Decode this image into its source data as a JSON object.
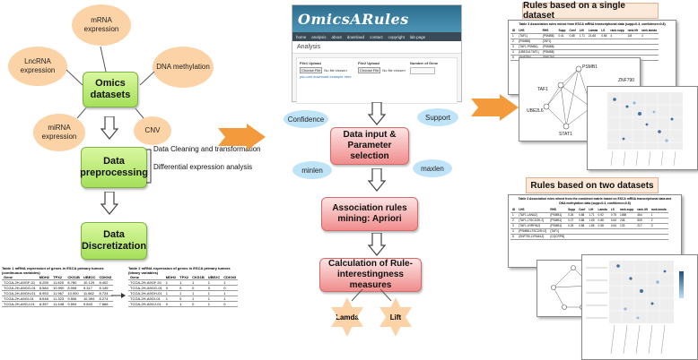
{
  "left": {
    "sources": [
      {
        "id": "mrna",
        "label": "mRNA expression"
      },
      {
        "id": "lncrna",
        "label": "LncRNA expression"
      },
      {
        "id": "dna",
        "label": "DNA methylation"
      },
      {
        "id": "mirna",
        "label": "miRNA expression"
      },
      {
        "id": "cnv",
        "label": "CNV"
      }
    ],
    "omics": "Omics datasets",
    "preprocessing": "Data preprocessing",
    "pre_notes": [
      "Data Cleaning and transformation",
      "Differential expression analysis"
    ],
    "discretization": "Data Discretization",
    "table1": {
      "title": "Table 1 mRNA expression of genes in ESCA primary tumors (continuous variables)",
      "headers": [
        "Gene",
        "MDH2",
        "TPX2",
        "CKS1B",
        "UBE2C",
        "CDKN3"
      ],
      "rows": [
        [
          "TCGA-2H-A9GF-01",
          "8.255",
          "11.820",
          "8.780",
          "10.129",
          "8.402"
        ],
        [
          "TCGA-2H-A9GG-01",
          "8.584",
          "10.990",
          "8.006",
          "9.317",
          "8.145"
        ],
        [
          "TCGA-2H-A9GH-01",
          "8.953",
          "11.967",
          "10.000",
          "11.662",
          "8.724"
        ],
        [
          "TCGA-2H-A9GI-01",
          "8.648",
          "11.323",
          "9.506",
          "10.394",
          "8.274"
        ],
        [
          "TCGA-2H-A9GJ-01",
          "8.357",
          "11.448",
          "9.594",
          "9.843",
          "7.666"
        ]
      ]
    },
    "table2": {
      "title": "Table 2 mRNA expression of genes in ESCA primary tumors (binary variables)",
      "headers": [
        "Gene",
        "MDH2",
        "TPX2",
        "CKS1B",
        "UBE2C",
        "CDKN3"
      ],
      "rows": [
        [
          "TCGA-2H-A9GF-01",
          "1",
          "1",
          "1",
          "1",
          "1"
        ],
        [
          "TCGA-2H-A9GG-01",
          "0",
          "0",
          "0",
          "0",
          "0"
        ],
        [
          "TCGA-2H-A9GH-01",
          "1",
          "1",
          "1",
          "1",
          "1"
        ],
        [
          "TCGA-2H-A9GI-01",
          "1",
          "0",
          "1",
          "1",
          "1"
        ],
        [
          "TCGA-2H-A9GJ-01",
          "0",
          "1",
          "0",
          "1",
          "0"
        ]
      ]
    }
  },
  "middle": {
    "app_title": "OmicsARules",
    "nav": [
      "home",
      "analysis",
      "about",
      "download",
      "contact",
      "copyright",
      "lab page"
    ],
    "analysis_label": "Analysis",
    "file1_label": "File1 Upload",
    "file2_label": "File2 Upload",
    "choose_file": "Choose File",
    "no_file": "No file chosen",
    "clusters_label": "Number of Gene",
    "download_note": "you can download example here",
    "param_bubbles": [
      "Confidence",
      "Support",
      "minlen",
      "maxlen"
    ],
    "data_input": "Data input & Parameter selection",
    "mining": "Association rules mining: Apriori",
    "calc": "Calculation of Rule-interestingness measures",
    "measures": [
      "Lamda",
      "Lift"
    ]
  },
  "right": {
    "single_title": "Rules based on a single dataset",
    "single_table_title": "Table 3 Association rules mined from ESCA mRNA transcriptional data (supp=0.3, confidence=0.8)",
    "single_headers": [
      "ID",
      "LHS",
      "RHS",
      "Supp",
      "Conf",
      "Lift",
      "Lamda",
      "LS",
      "rank.supp",
      "rank.lift",
      "rank.lamda"
    ],
    "single_rows": [
      [
        "1",
        "{TAF1}",
        "{PSMB8}",
        "0.41",
        "0.88",
        "1.71",
        "21.68",
        "0.65",
        "4",
        "1/8",
        "4"
      ],
      [
        "2",
        "{PSMB8}",
        "{TAF1}",
        "",
        "",
        "",
        "",
        "",
        "",
        "",
        ""
      ],
      [
        "3",
        "{TAF1,PSMB1}",
        "{PSMB8}",
        "",
        "",
        "",
        "",
        "",
        "",
        "",
        ""
      ],
      [
        "4",
        "{UBE2L6,TAF1}",
        "{PSMB8}",
        "",
        "",
        "",
        "",
        "",
        "",
        "",
        ""
      ],
      [
        "5",
        "{SNF790}",
        "{SNF791}",
        "",
        "",
        "",
        "",
        "",
        "",
        "",
        ""
      ]
    ],
    "network_nodes": [
      "PSMB1",
      "ZNF790",
      "UBE2L6",
      "STAT1",
      "TAF1"
    ],
    "two_title": "Rules based on two datasets",
    "two_table_title": "Table 3 Association rules mined from the combined matrix based on ESCA mRNA transcriptional data and DNA methylation data (supp=0.3, confidence=0.8)",
    "two_headers": [
      "ID",
      "LHS",
      "RHS",
      "Supp",
      "Conf",
      "Lift",
      "Lamda",
      "LS",
      "rank.supp",
      "rank.lift",
      "rank.lamda"
    ],
    "two_rows": [
      [
        "1",
        "{TAF1,LANA2}",
        "{PSMB1}",
        "0.26",
        "0.88",
        "1.71",
        "0.92",
        "0.75",
        "1658",
        "464",
        "1"
      ],
      [
        "2",
        "{TAF1,LTSC2/3H.2}",
        "{PSMB1}",
        "0.27",
        "0.88",
        "1.69",
        "0.88",
        "0.64",
        "238",
        "505",
        "2"
      ],
      [
        "3",
        "{TAF1,LRRFIN2}",
        "{PSMB1}",
        "0.26",
        "0.88",
        "1.86",
        "0.58",
        "0.64",
        "133",
        "217",
        "3"
      ],
      [
        "4",
        "{PSMB8,LTSC2/3H.2}",
        "{TAF1}",
        "",
        "",
        "",
        "",
        "",
        "",
        "",
        ""
      ],
      [
        "5",
        "{SNF790,LYRA612}",
        "{CQCRPB}",
        "",
        "",
        "",
        "",
        "",
        "",
        "",
        ""
      ]
    ]
  },
  "colors": {
    "cloud": "#fbd3a6",
    "green_box": "#a6e05a",
    "red_box": "#f08c8c",
    "blue_bubble": "#bfe4f8",
    "orange_arrow": "#f29a3c",
    "title_band": "#fde9d9"
  }
}
